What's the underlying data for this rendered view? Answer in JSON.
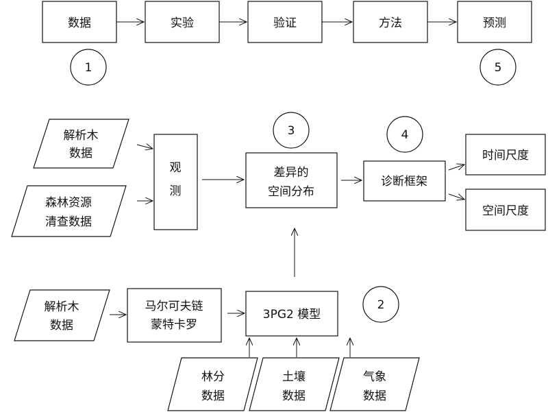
{
  "pipeline": {
    "steps": [
      "数据",
      "实验",
      "验证",
      "方法",
      "预测"
    ],
    "circle_1": "1",
    "circle_5": "5"
  },
  "observation": {
    "input_1": [
      "解析木",
      "数据"
    ],
    "input_2": [
      "森林资源",
      "清查数据"
    ],
    "observe_box": [
      "观",
      "测"
    ],
    "spatial_box": [
      "差异的",
      "空间分布"
    ],
    "circle_3": "3",
    "diagnosis_box": "诊断框架",
    "circle_4": "4",
    "output_1": "时间尺度",
    "output_2": "空间尺度"
  },
  "model": {
    "input": [
      "解析木",
      "数据"
    ],
    "mcmc_box": [
      "马尔可夫链",
      "蒙特卡罗"
    ],
    "model_box": "3PG2 模型",
    "circle_2": "2",
    "drivers": [
      [
        "林分",
        "数据"
      ],
      [
        "土壤",
        "数据"
      ],
      [
        "气象",
        "数据"
      ]
    ]
  }
}
